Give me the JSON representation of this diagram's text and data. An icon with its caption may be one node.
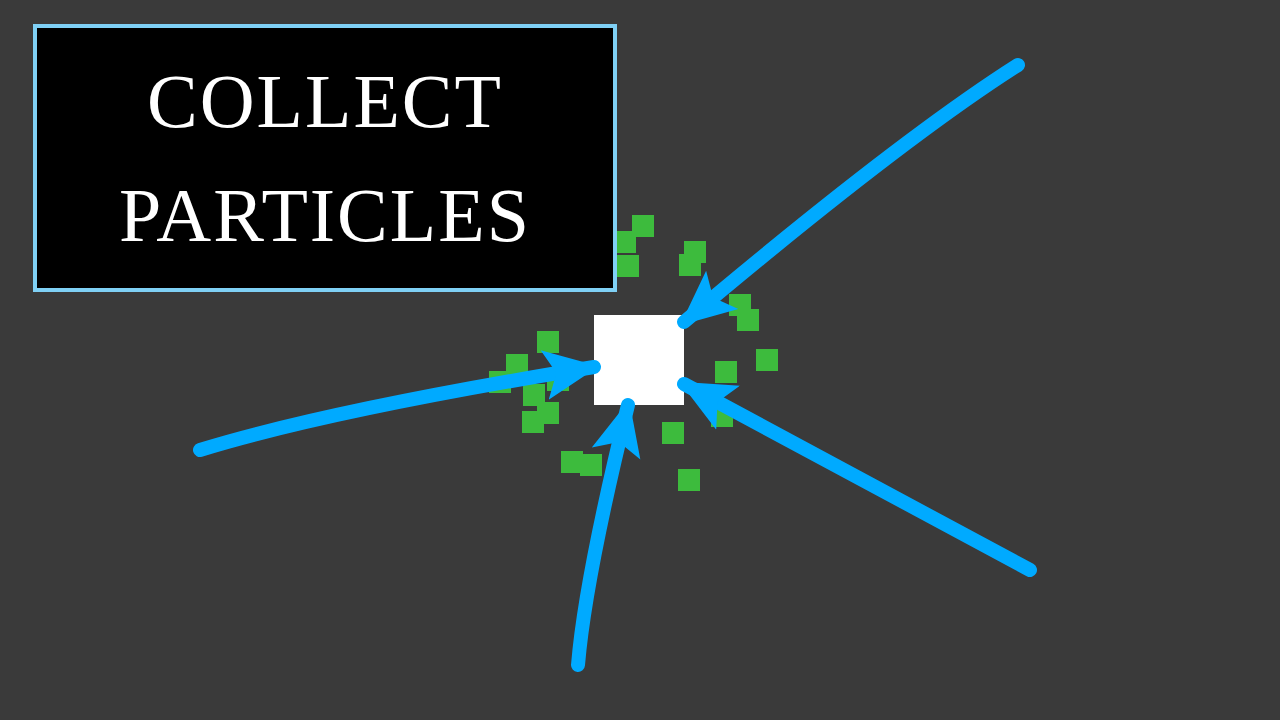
{
  "diagram": {
    "nodes": [
      {
        "text": [
          "COLLECT PARTICLES"
        ]
      },
      {
        "text": [],
        "shape": "box"
      }
    ],
    "edges": [
      {
        "from": null,
        "to": 1,
        "arrow": "to"
      },
      {
        "from": null,
        "to": 1,
        "arrow": "to"
      },
      {
        "from": null,
        "to": 1,
        "arrow": "to"
      },
      {
        "from": null,
        "to": 1,
        "arrow": "to"
      }
    ]
  }
}
